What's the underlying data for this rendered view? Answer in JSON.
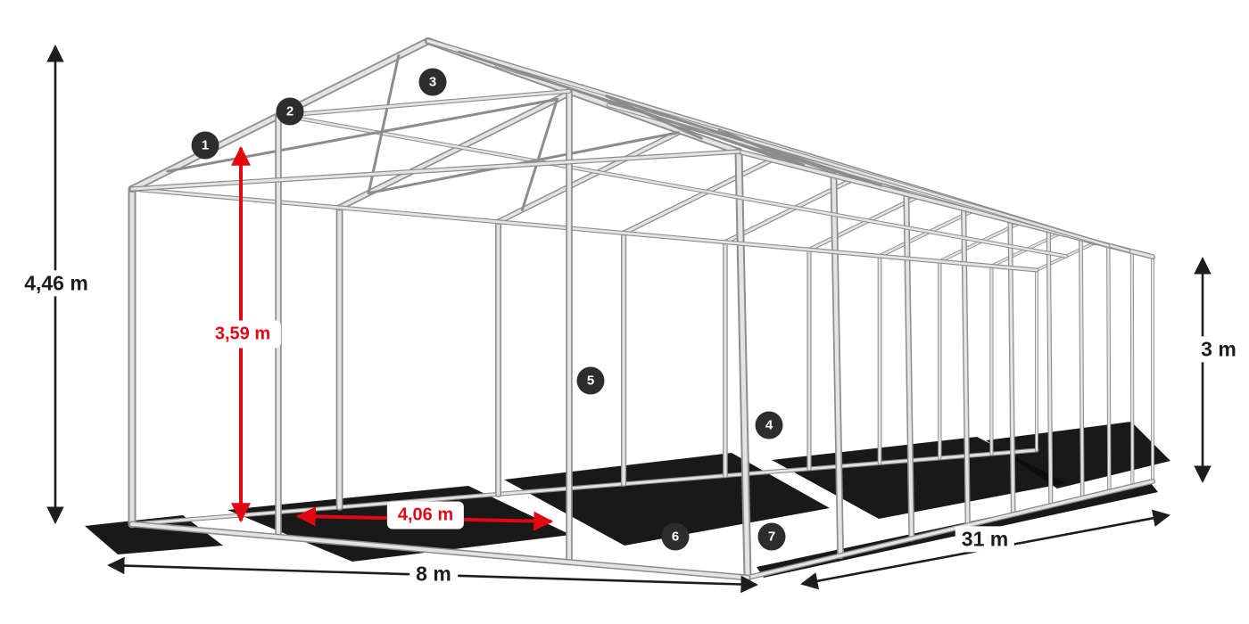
{
  "diagram": {
    "kind": "tent-frame-wireframe",
    "description": "Steel skeleton of a gabled storage tent shown in perspective with dimension callouts"
  },
  "dimensions": {
    "total_height": "4,46 m",
    "clearance_height": "3,59 m",
    "clearance_width": "4,06 m",
    "width": "8 m",
    "side_height": "3 m",
    "length": "31 m"
  },
  "badges": [
    "1",
    "2",
    "3",
    "4",
    "5",
    "6",
    "7"
  ],
  "colors": {
    "accent_red": "#e30613",
    "dimension_black": "#1d1d1b",
    "badge_background": "#2d2d2d",
    "badge_text": "#ffffff",
    "frame_tube_light": "#e3e3e3",
    "frame_tube_dark": "#8c8c8c",
    "shadow": "#0d0d0d",
    "background": "#ffffff"
  }
}
